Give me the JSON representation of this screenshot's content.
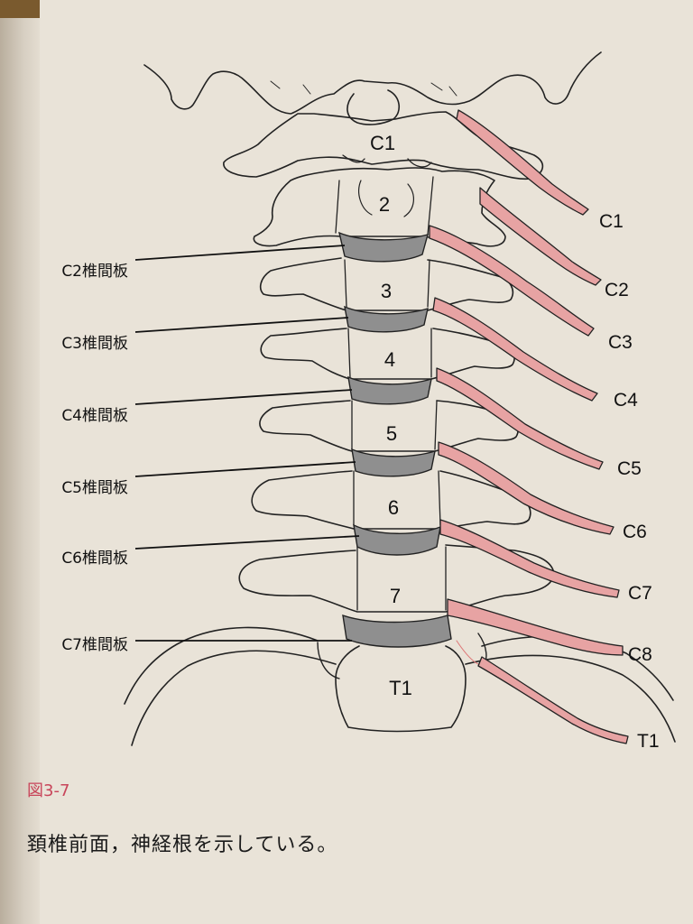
{
  "figure": {
    "number": "図3-7",
    "caption": "頚椎前面，神経根を示している。"
  },
  "vertebrae": [
    "C1",
    "2",
    "3",
    "4",
    "5",
    "6",
    "7",
    "T1"
  ],
  "nerve_roots": [
    "C1",
    "C2",
    "C3",
    "C4",
    "C5",
    "C6",
    "C7",
    "C8",
    "T1"
  ],
  "discs": [
    "C2椎間板",
    "C3椎間板",
    "C4椎間板",
    "C5椎間板",
    "C6椎間板",
    "C7椎間板"
  ],
  "colors": {
    "nerve": "#e7a3a3",
    "disc": "#8f8f8f",
    "line": "#222222",
    "accent": "#c8455a"
  }
}
